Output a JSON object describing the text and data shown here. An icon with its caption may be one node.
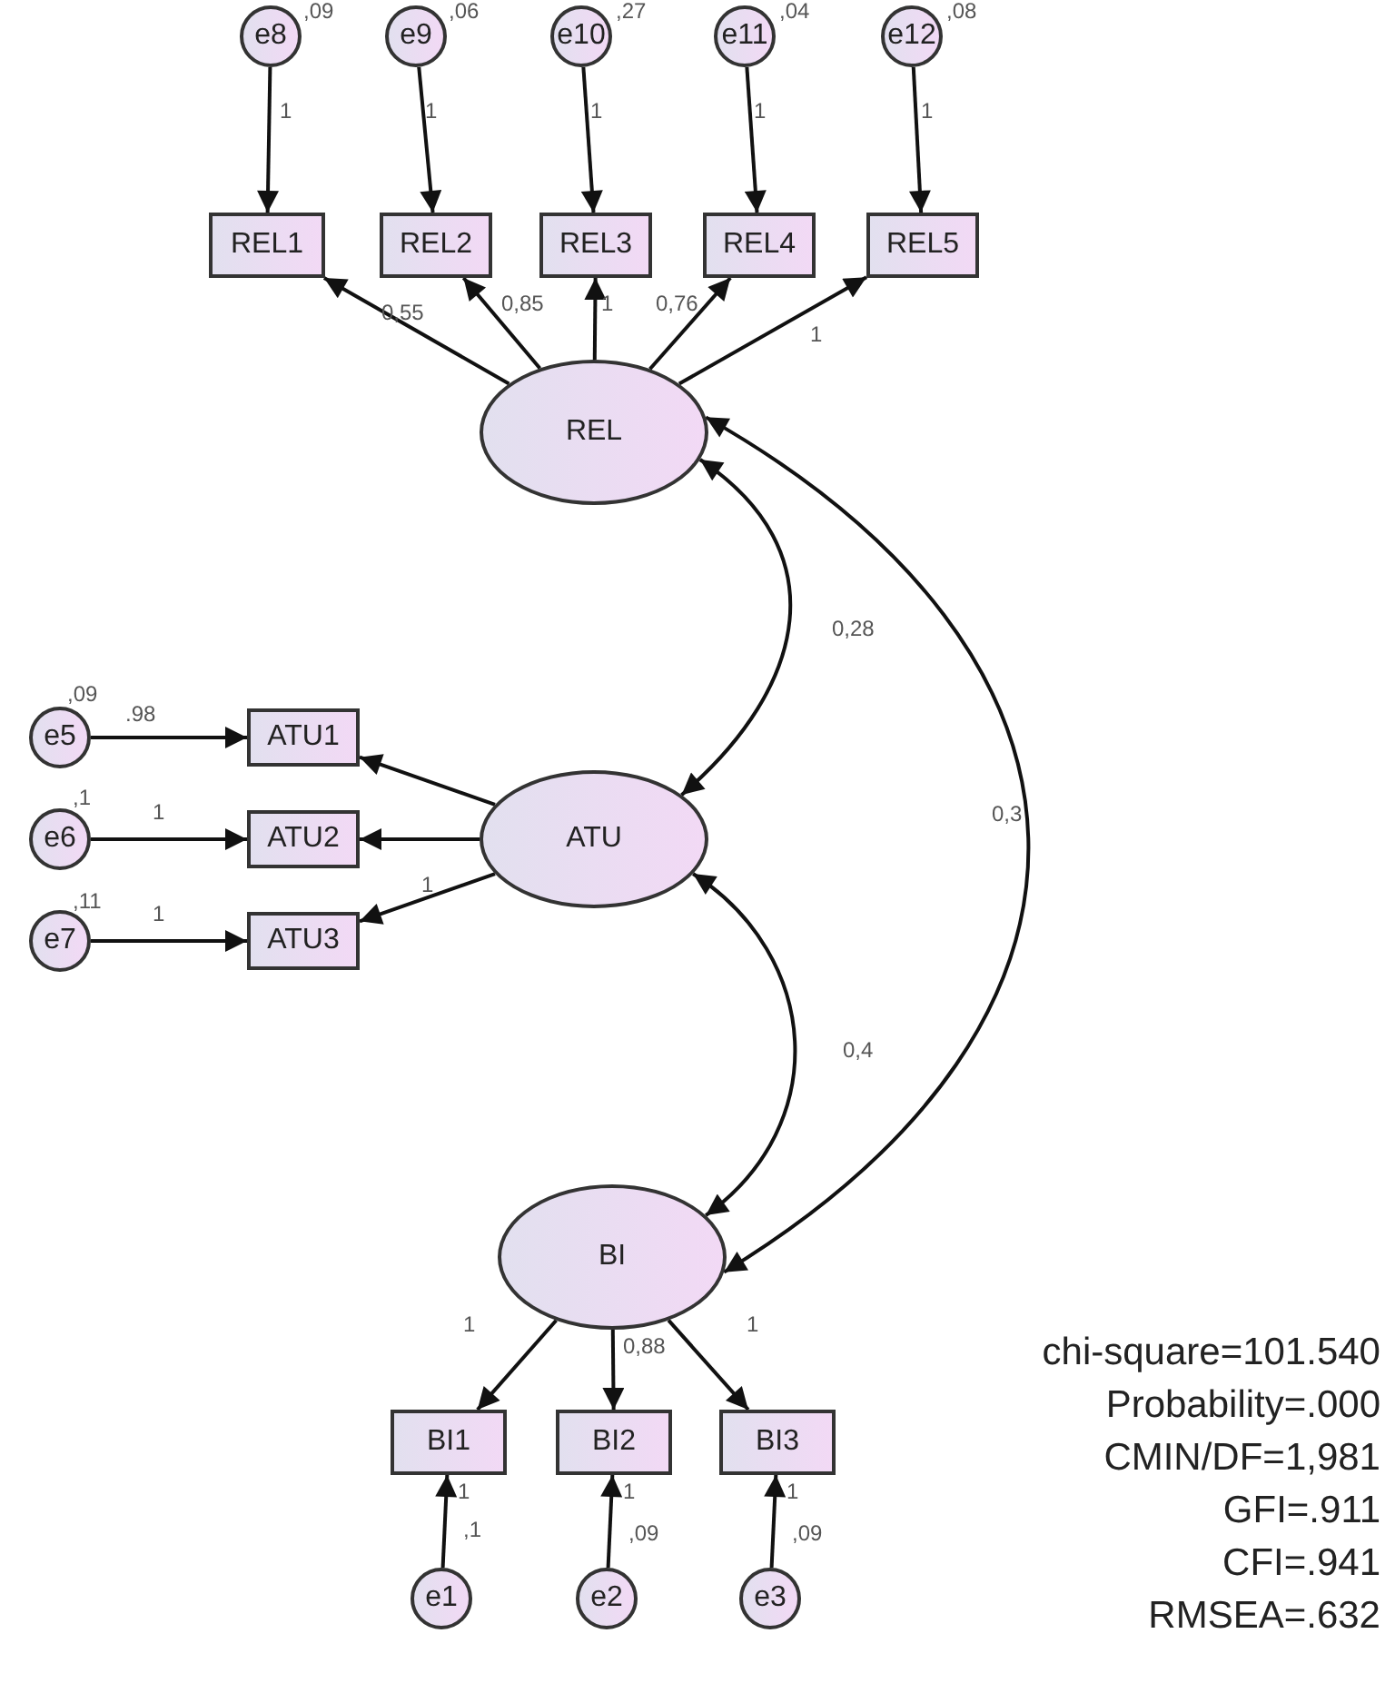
{
  "diagram": {
    "nodes": [
      {
        "text": [
          "e8"
        ],
        "beside": [
          ",09"
        ]
      },
      {
        "text": [
          "e9"
        ],
        "beside": [
          ",06"
        ]
      },
      {
        "text": [
          "e10"
        ],
        "beside": [
          ",27"
        ]
      },
      {
        "text": [
          "e11"
        ],
        "beside": [
          ",04"
        ]
      },
      {
        "text": [
          "e12"
        ],
        "beside": [
          ",08"
        ]
      },
      {
        "text": [
          "REL1"
        ]
      },
      {
        "text": [
          "REL2"
        ]
      },
      {
        "text": [
          "REL3"
        ]
      },
      {
        "text": [
          "REL4"
        ]
      },
      {
        "text": [
          "REL5"
        ]
      },
      {
        "text": [
          "REL"
        ]
      },
      {
        "text": [
          "e5"
        ],
        "beside": [
          ",09"
        ]
      },
      {
        "text": [
          "e6"
        ],
        "beside": [
          ",1"
        ]
      },
      {
        "text": [
          "e7"
        ],
        "beside": [
          ",11"
        ]
      },
      {
        "text": [
          "ATU1"
        ]
      },
      {
        "text": [
          "ATU2"
        ]
      },
      {
        "text": [
          "ATU3"
        ]
      },
      {
        "text": [
          "ATU"
        ]
      },
      {
        "text": [
          "BI"
        ]
      },
      {
        "text": [
          "BI1"
        ]
      },
      {
        "text": [
          "BI2"
        ]
      },
      {
        "text": [
          "BI3"
        ]
      },
      {
        "text": [
          "e1"
        ],
        "beside": [
          ",1"
        ]
      },
      {
        "text": [
          "e2"
        ],
        "beside": [
          ",09"
        ]
      },
      {
        "text": [
          "e3"
        ],
        "beside": [
          ",09"
        ]
      }
    ],
    "edges": [
      {
        "from": 0,
        "to": 5,
        "arrow": "to",
        "label": "1"
      },
      {
        "from": 1,
        "to": 6,
        "arrow": "to",
        "label": "1"
      },
      {
        "from": 2,
        "to": 7,
        "arrow": "to",
        "label": "1"
      },
      {
        "from": 3,
        "to": 8,
        "arrow": "to",
        "label": "1"
      },
      {
        "from": 4,
        "to": 9,
        "arrow": "to",
        "label": "1"
      },
      {
        "from": 10,
        "to": 5,
        "arrow": "to",
        "label": "0,55"
      },
      {
        "from": 10,
        "to": 6,
        "arrow": "to",
        "label": "0,85"
      },
      {
        "from": 10,
        "to": 7,
        "arrow": "to",
        "label": "1"
      },
      {
        "from": 10,
        "to": 8,
        "arrow": "to",
        "label": "0,76"
      },
      {
        "from": 10,
        "to": 9,
        "arrow": "to",
        "label": "1"
      },
      {
        "from": 11,
        "to": 14,
        "arrow": "to",
        "label": ".98"
      },
      {
        "from": 12,
        "to": 15,
        "arrow": "to",
        "label": "1"
      },
      {
        "from": 13,
        "to": 16,
        "arrow": "to",
        "label": "1"
      },
      {
        "from": 17,
        "to": 14,
        "arrow": "to"
      },
      {
        "from": 17,
        "to": 15,
        "arrow": "to"
      },
      {
        "from": 17,
        "to": 16,
        "arrow": "to",
        "label": "1"
      },
      {
        "from": 10,
        "to": 17,
        "arrow": "both",
        "label": "0,28"
      },
      {
        "from": 17,
        "to": 18,
        "arrow": "both",
        "label": "0,4"
      },
      {
        "from": 10,
        "to": 18,
        "arrow": "both",
        "label": "0,3"
      },
      {
        "from": 18,
        "to": 19,
        "arrow": "to",
        "label": "1"
      },
      {
        "from": 18,
        "to": 20,
        "arrow": "to",
        "label": "0,88"
      },
      {
        "from": 18,
        "to": 21,
        "arrow": "to",
        "label": "1"
      },
      {
        "from": 22,
        "to": 19,
        "arrow": "to",
        "label": "1"
      },
      {
        "from": 23,
        "to": 20,
        "arrow": "to",
        "label": "1"
      },
      {
        "from": 24,
        "to": 21,
        "arrow": "to",
        "label": "1"
      }
    ],
    "labels": [
      "chi-square=101.540",
      "Probability=.000",
      "CMIN/DF=1,981",
      "GFI=.911",
      "CFI=.941",
      "RMSEA=.632"
    ]
  }
}
